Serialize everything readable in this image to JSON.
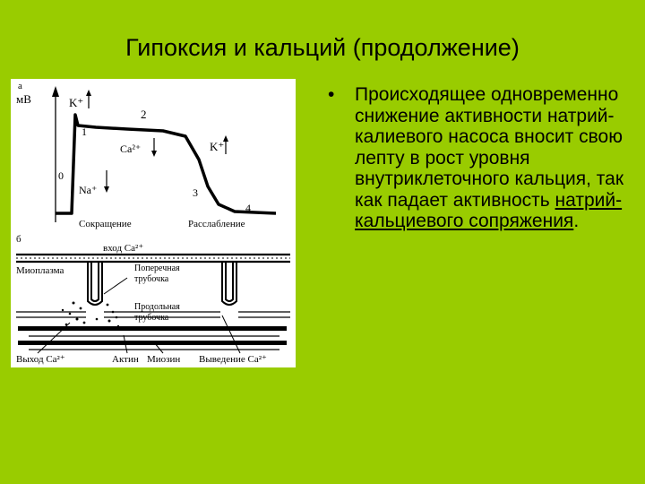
{
  "slide": {
    "title": "Гипоксия и кальций (продолжение)",
    "bullet_symbol": "•",
    "bullet_text_plain": "Происходящее одновременно снижение активности натрий-калиевого насоса вносит свою лепту в рост уровня внутриклеточного кальция, так как падает активность ",
    "bullet_text_link": "натрий-кальциевого сопряжения",
    "bullet_text_end": "."
  },
  "figure": {
    "panel_a": {
      "letter": "а",
      "unit": "мВ",
      "k_plus_top": "K⁺",
      "phase_1": "1",
      "phase_2": "2",
      "ca_label": "Ca²⁺",
      "k_plus_right": "K⁺",
      "phase_0": "0",
      "na_label": "Na⁺",
      "phase_3": "3",
      "phase_4": "4",
      "contraction": "Сокращение",
      "relaxation": "Расслабление"
    },
    "panel_b": {
      "letter": "б",
      "ca_entry": "вход Ca²⁺",
      "myoplasm": "Миоплазма",
      "transverse_line1": "Поперечная",
      "transverse_line2": "трубочка",
      "longitudinal_line1": "Продольная",
      "longitudinal_line2": "трубочка",
      "ca_exit": "Выход Ca²⁺",
      "actin": "Актин",
      "myosin": "Миозин",
      "ca_removal": "Выведение Ca²⁺"
    }
  }
}
